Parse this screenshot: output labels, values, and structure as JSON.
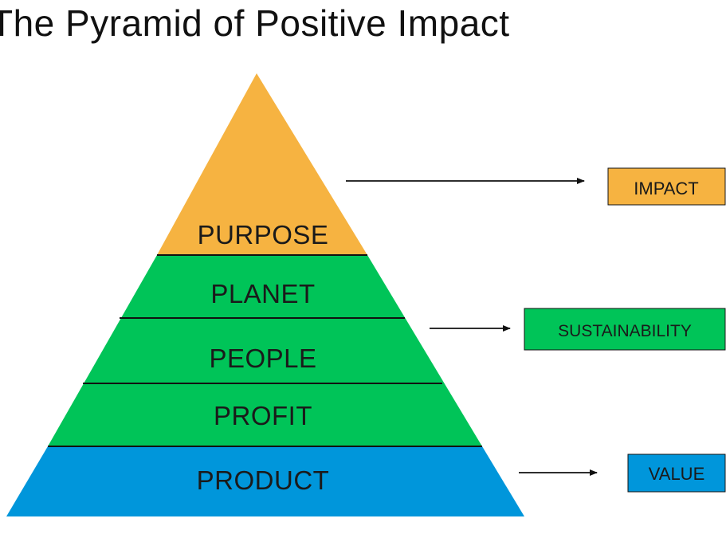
{
  "title": "The Pyramid of Positive Impact",
  "colors": {
    "purpose": "#f6b341",
    "sustainability": "#00c458",
    "product": "#0096db",
    "line": "#111111"
  },
  "tiers": [
    {
      "label": "PURPOSE"
    },
    {
      "label": "PLANET"
    },
    {
      "label": "PEOPLE"
    },
    {
      "label": "PROFIT"
    },
    {
      "label": "PRODUCT"
    }
  ],
  "outcomes": {
    "impact": "IMPACT",
    "sustainability": "SUSTAINABILITY",
    "value": "VALUE"
  }
}
